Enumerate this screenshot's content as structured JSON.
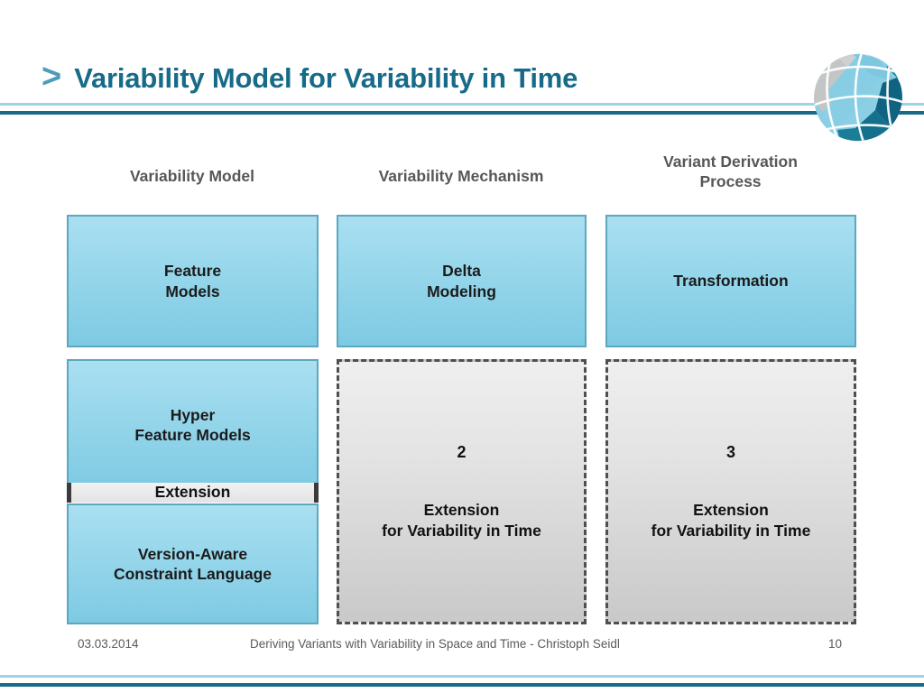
{
  "header": {
    "chevron": ">",
    "title": "Variability Model for Variability in Time",
    "logo_name": "woven-sphere-logo",
    "rule_color_light": "#9ed3e6",
    "rule_color_dark": "#176b88",
    "title_color": "#176b88",
    "chevron_color": "#4d9cb8"
  },
  "diagram": {
    "columns": [
      {
        "header": "Variability Model"
      },
      {
        "header": "Variability Mechanism"
      },
      {
        "header": "Variant Derivation\nProcess"
      }
    ],
    "row1": [
      {
        "line1": "Feature",
        "line2": "Models"
      },
      {
        "line1": "Delta",
        "line2": "Modeling"
      },
      {
        "line1": "Transformation",
        "line2": ""
      }
    ],
    "column1_stack": {
      "top_box": {
        "line1": "Hyper",
        "line2": "Feature Models"
      },
      "connector_label": "Extension",
      "bottom_box": {
        "line1": "Version-Aware",
        "line2": "Constraint Language"
      }
    },
    "extension_boxes": [
      {
        "number": "2",
        "line1": "Extension",
        "line2": "for Variability in Time"
      },
      {
        "number": "3",
        "line1": "Extension",
        "line2": "for Variability in Time"
      }
    ],
    "colors": {
      "box_blue_top": "#aadff1",
      "box_blue_bottom": "#7ecae3",
      "box_blue_border": "#5ba8bf",
      "box_dashed_border": "#4f4f4f",
      "box_dashed_top": "#efefef",
      "box_dashed_bottom": "#c9c9c9",
      "header_text": "#575757"
    }
  },
  "footer": {
    "date": "03.03.2014",
    "center": "Deriving Variants with Variability in Space and Time - Christoph Seidl",
    "page_number": "10"
  }
}
